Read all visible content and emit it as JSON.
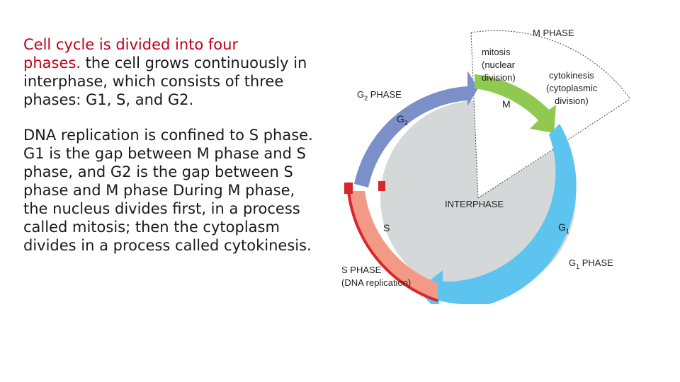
{
  "text": {
    "p1_highlight_line1": "Cell cycle is divided into four",
    "p1_highlight_line2": "phases.",
    "p1_rest": " the cell grows continuously in interphase, which consists of three phases: G1, S, and G2.",
    "p2": "DNA replication is confined to S phase. G1 is the gap between M phase and S phase, and G2 is the gap between  S phase and M phase During M phase, the nucleus divides first, in a process called mitosis; then the cytoplasm divides in a process called cytokinesis."
  },
  "diagram": {
    "m_phase": "M PHASE",
    "mitosis": [
      "mitosis",
      "(nuclear",
      "division)"
    ],
    "cytokinesis": [
      "cytokinesis",
      "(cytoplasmic",
      "division)"
    ],
    "g2_phase_prefix": "G",
    "g2_phase_sub": "2",
    "g2_phase_suffix": " PHASE",
    "g2_letter": "G",
    "g2_letter_sub": "2",
    "m_letter": "M",
    "interphase": "INTERPHASE",
    "s_letter": "S",
    "g1_letter": "G",
    "g1_letter_sub": "1",
    "s_phase": "S PHASE",
    "dna_replication": "(DNA replication)",
    "g1_phase_prefix": "G",
    "g1_phase_sub": "1",
    "g1_phase_suffix": " PHASE",
    "colors": {
      "g2": "#7b8fc9",
      "m": "#8fc94f",
      "g1": "#5cc4ef",
      "s": "#f29a86",
      "s_dark": "#d9262c",
      "interphase_fill": "#d4d8d8"
    }
  }
}
